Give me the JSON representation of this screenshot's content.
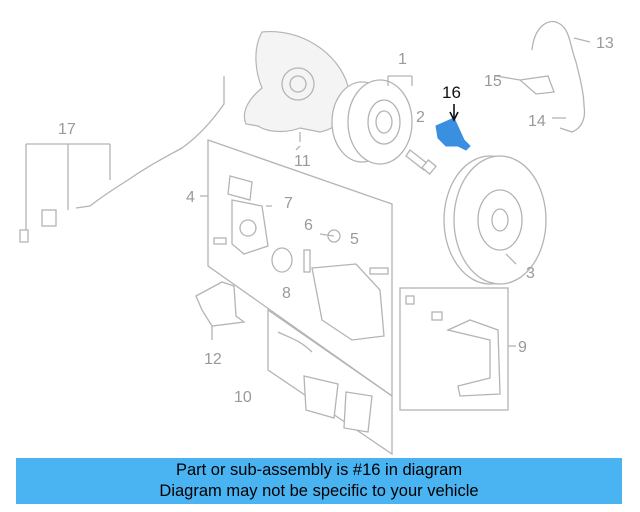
{
  "diagram": {
    "highlight_color": "#3a8fe0",
    "callouts": {
      "c1": "1",
      "c2": "2",
      "c3": "3",
      "c4": "4",
      "c5": "5",
      "c6": "6",
      "c7": "7",
      "c8": "8",
      "c9": "9",
      "c10": "10",
      "c11": "11",
      "c12": "12",
      "c13": "13",
      "c14": "14",
      "c15": "15",
      "c16": "16",
      "c17": "17"
    }
  },
  "banner": {
    "line1": "Part or sub-assembly is #16 in diagram",
    "line2": "Diagram may not be specific to your vehicle",
    "color": "#4ab3f2"
  }
}
